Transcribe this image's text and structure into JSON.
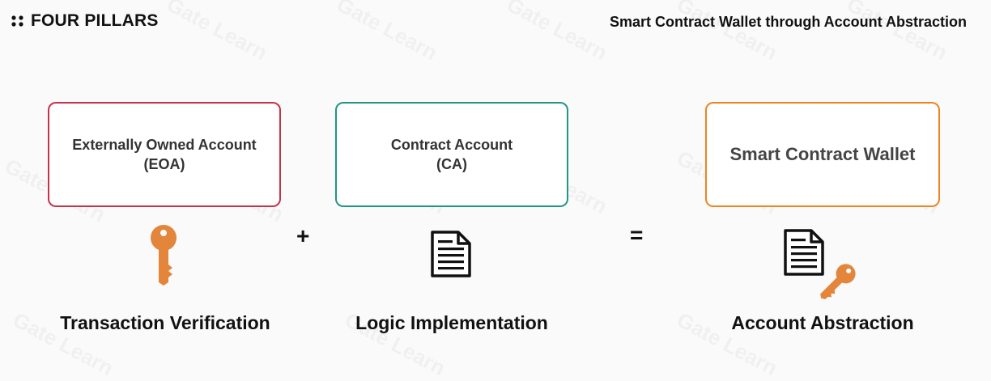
{
  "header": {
    "brand_name": "FOUR PILLARS",
    "title": "Smart Contract Wallet through Account Abstraction"
  },
  "boxes": {
    "eoa": {
      "line1": "Externally Owned Account",
      "line2": "(EOA)",
      "border_color": "#c7324b"
    },
    "ca": {
      "line1": "Contract Account",
      "line2": "(CA)",
      "border_color": "#1f9783"
    },
    "scw": {
      "line1": "Smart Contract Wallet",
      "border_color": "#ef8420"
    }
  },
  "operators": {
    "plus": "+",
    "equal": "="
  },
  "captions": {
    "transaction": "Transaction Verification",
    "logic": "Logic Implementation",
    "abstraction": "Account Abstraction"
  },
  "icons": {
    "key_color": "#e3853a",
    "key": "key-icon",
    "document": "document-icon"
  },
  "watermark": "Gate Learn"
}
